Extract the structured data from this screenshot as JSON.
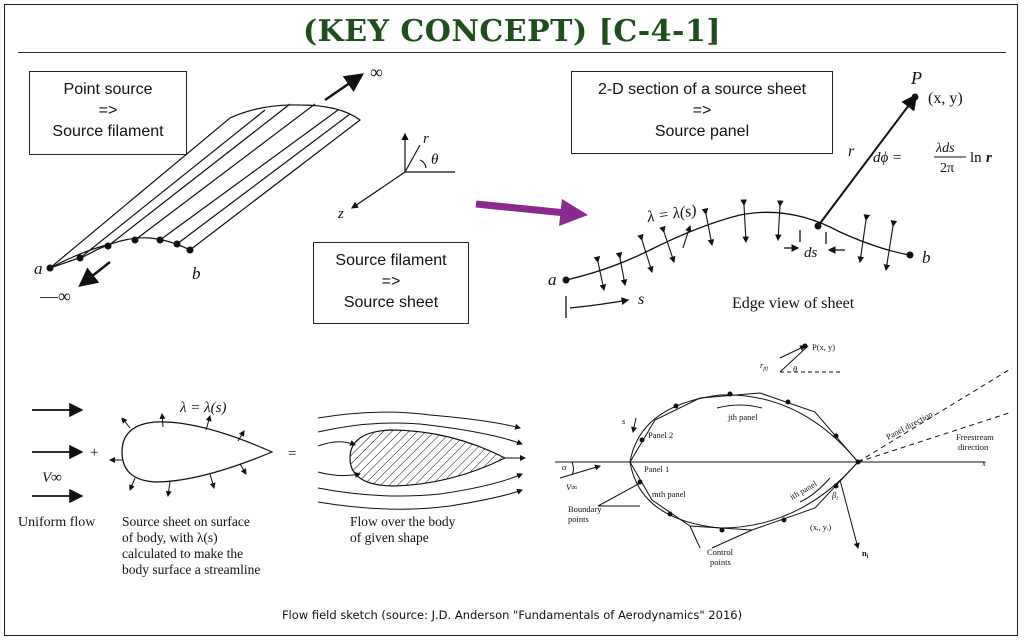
{
  "title": "(KEY CONCEPT) [C-4-1]",
  "boxes": {
    "point_source": [
      "Point source",
      "=>",
      "Source filament"
    ],
    "section": [
      "2-D section of a source sheet",
      "=>",
      "Source panel"
    ],
    "filament": [
      "Source filament",
      "=>",
      "Source sheet"
    ]
  },
  "filament_fig": {
    "a": "a",
    "b": "b",
    "inf_pos": "∞",
    "inf_neg": "—∞",
    "r": "r",
    "theta": "θ",
    "z": "z"
  },
  "sheet_fig": {
    "P": "P",
    "xy": "(x, y)",
    "r": "r",
    "lambda": "λ = λ(s)",
    "ds": "ds",
    "a": "a",
    "b": "b",
    "s": "s",
    "edge": "Edge view of sheet",
    "formula_lhs": "dϕ =",
    "formula_num": "λds",
    "formula_den": "2π",
    "formula_ln": "ln",
    "formula_r": "r"
  },
  "body_fig": {
    "lambda": "λ = λ(s)",
    "v": "V∞",
    "plus": "+",
    "equals": "=",
    "uniform": "Uniform flow",
    "sheet_caption": [
      "Source sheet on surface",
      "of body, with λ(s)",
      "calculated to make the",
      "body surface a streamline"
    ],
    "flow_caption": [
      "Flow over the body",
      "of given shape"
    ]
  },
  "panel_fig": {
    "P": "P(x, y)",
    "rpi": "r",
    "rpi_sub": "pj",
    "theta": "θ",
    "jth": "jth panel",
    "panel2": "Panel 2",
    "panel1": "Panel 1",
    "mth": "mth panel",
    "ith": "ith panel",
    "xiyi": "(xᵢ, yᵢ)",
    "boundary": [
      "Boundary",
      "points"
    ],
    "control": [
      "Control",
      "points"
    ],
    "panel_dir": "Panel direction",
    "freestream": [
      "Freestream",
      "direction"
    ],
    "alpha": "α",
    "vinf": "V∞",
    "beta": "β",
    "beta_sub": "i",
    "ni": "n",
    "ni_sub": "i",
    "x": "x",
    "s": "s"
  },
  "caption": "Flow field sketch (source: J.D. Anderson \"Fundamentals of Aerodynamics\" 2016)",
  "colors": {
    "title": "#1f4d1e",
    "arrow": "#8b2a8e"
  }
}
